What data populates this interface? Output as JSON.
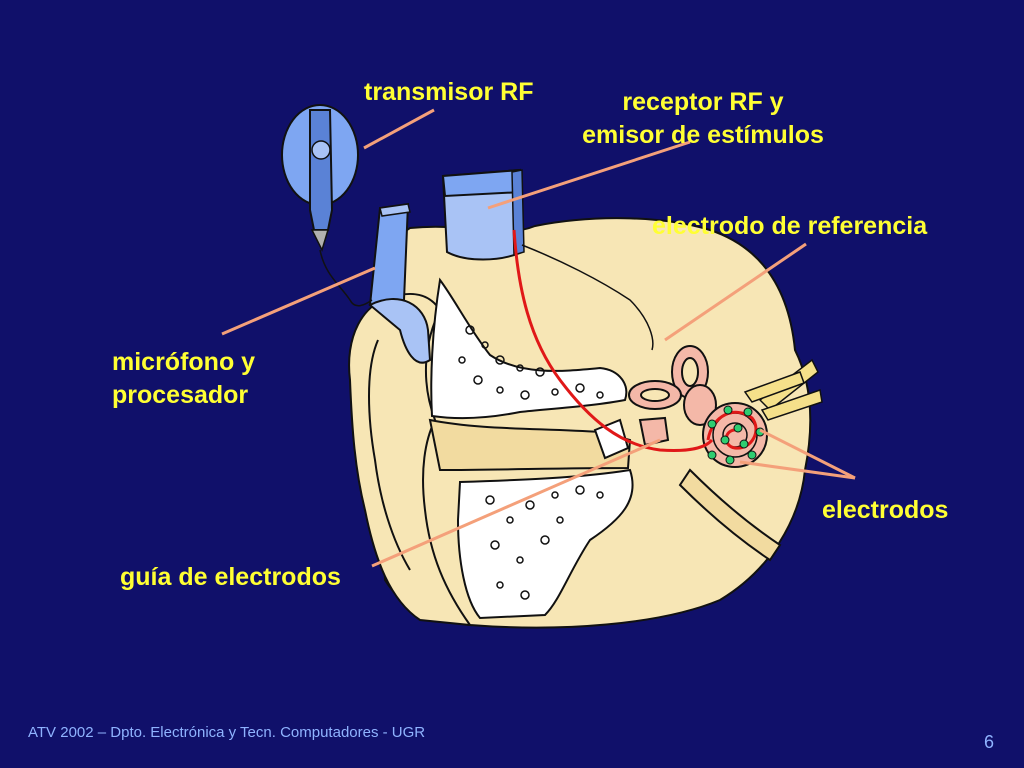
{
  "labels": {
    "transmisor": "transmisor RF",
    "receptor_line1": "receptor RF y",
    "receptor_line2": "emisor de estímulos",
    "electrodo_referencia": "electrodo de referencia",
    "microfono_line1": "micrófono y",
    "microfono_line2": "procesador",
    "electrodos": "electrodos",
    "guia": "guía de electrodos"
  },
  "footer": {
    "text": "ATV 2002 – Dpto. Electrónica y Tecn. Computadores - UGR",
    "page_number": "6"
  },
  "colors": {
    "background": "#10106a",
    "label_text": "#ffff33",
    "leader_line": "#f4a07a",
    "skin": "#f7e6b5",
    "device_blue": "#7ea6f2",
    "wire_red": "#e01818",
    "electrode_green": "#2ecc71",
    "footer_text": "#8fb3ff"
  }
}
